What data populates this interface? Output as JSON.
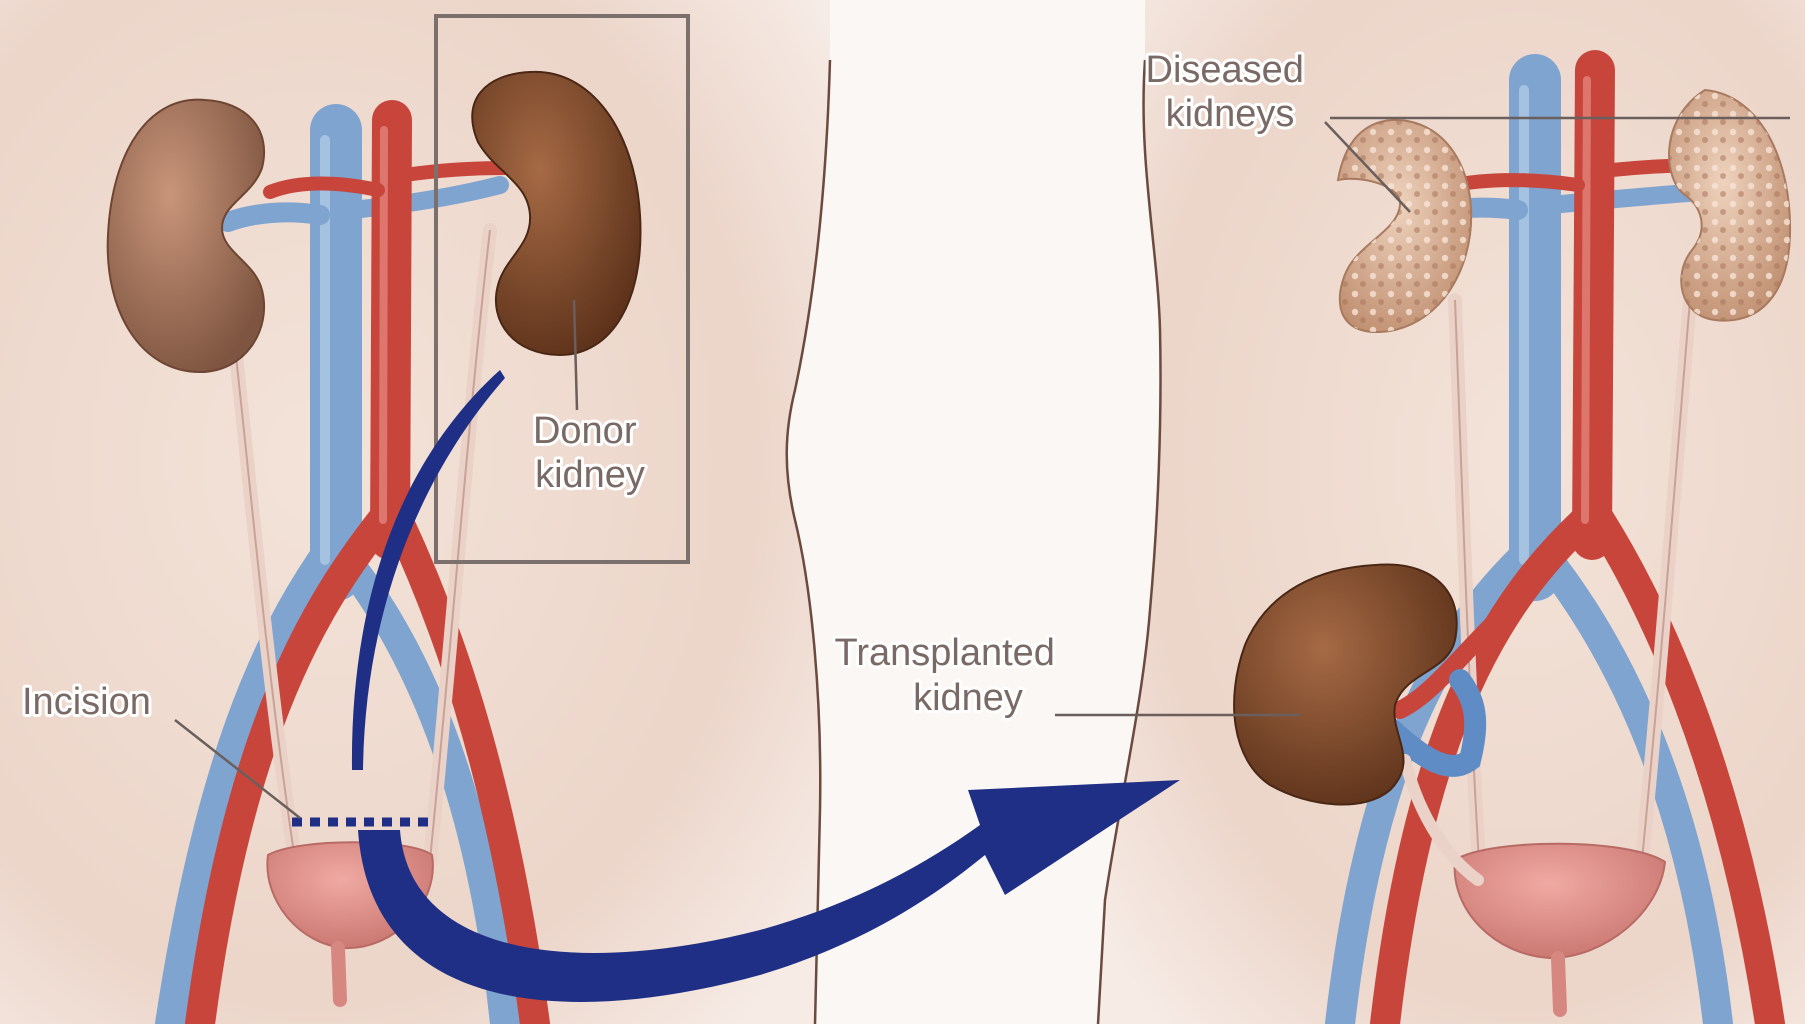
{
  "labels": {
    "donor": [
      "Donor",
      "kidney"
    ],
    "incision": "Incision",
    "transplanted": [
      "Transplanted",
      "kidney"
    ],
    "diseased": [
      "Diseased",
      "kidneys"
    ]
  },
  "colors": {
    "background": "#fbf7f4",
    "skin": "#efdcd2",
    "artery": "#c8453c",
    "vein": "#7fa4cf",
    "healthy_kidney": "#9a6a4c",
    "donor_kidney": "#7e4a2a",
    "diseased_kidney": "#d6ae93",
    "bladder": "#dc8c86",
    "ureter": "#ead2c9",
    "arrow": "#1f2f86",
    "box": "#7b706c",
    "leader_line": "#6a5f5c"
  }
}
